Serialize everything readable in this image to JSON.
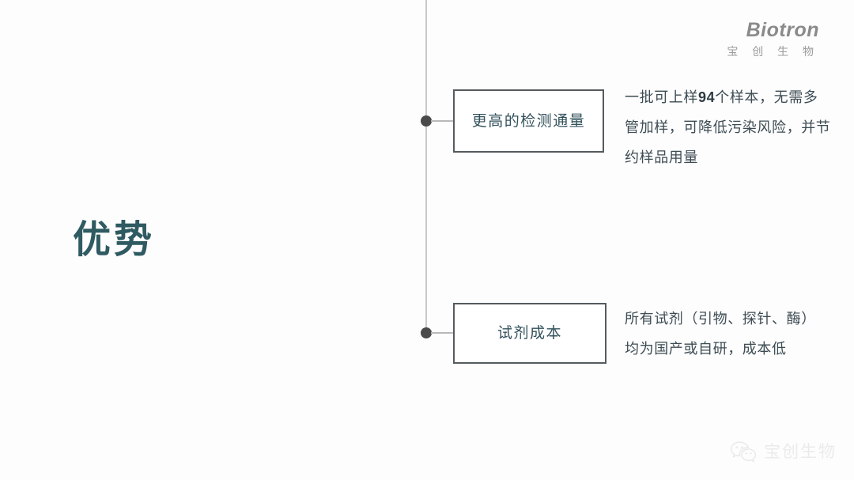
{
  "brand": {
    "name": "Biotron",
    "sub": "宝 创 生 物"
  },
  "section": {
    "title": "优势"
  },
  "items": [
    {
      "label": "更高的检测通量",
      "desc_prefix": "一批可上样",
      "desc_highlight": "94",
      "desc_suffix": "个样本，无需多管加样，可降低污染风险，并节约样品用量"
    },
    {
      "label": "试剂成本",
      "desc_prefix": "所有试剂（引物、探针、酶）均为国产或自研，成本低",
      "desc_highlight": "",
      "desc_suffix": ""
    }
  ],
  "footer": {
    "wechat_label": "宝创生物",
    "wechat_icon": "wechat-icon"
  },
  "colors": {
    "background": "#fdfdfd",
    "title": "#2f5a62",
    "body_text": "#3d4c54",
    "box_border": "#555b5e",
    "box_label": "#33525c",
    "spine": "#c9c9c9",
    "node": "#4a4a4a",
    "brand": "#8a8a8a"
  }
}
